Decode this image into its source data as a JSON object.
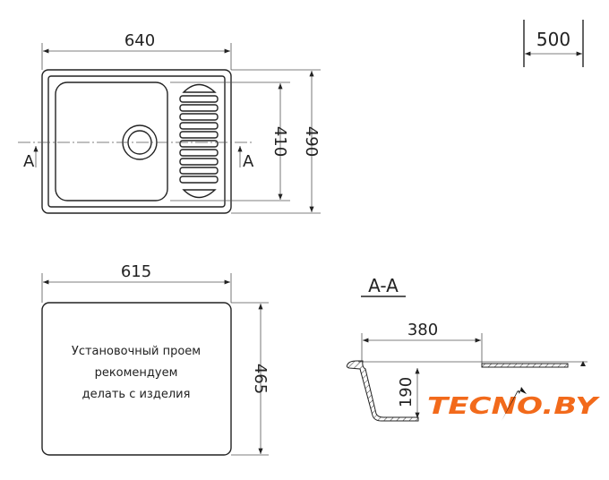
{
  "top_view": {
    "width_dim": "640",
    "inner_depth_dim": "410",
    "depth_dim": "490",
    "section_mark": "A"
  },
  "cabinet": {
    "dim": "500"
  },
  "cutout": {
    "width_dim": "615",
    "depth_dim": "465",
    "note_lines": [
      "Установочный проем",
      "рекомендуем",
      "делать с изделия"
    ]
  },
  "section": {
    "title": "A-A",
    "bowl_width_dim": "380",
    "bowl_depth_dim": "190"
  },
  "logo": {
    "text": "TECNO.BY",
    "color": "#f26a1b"
  }
}
